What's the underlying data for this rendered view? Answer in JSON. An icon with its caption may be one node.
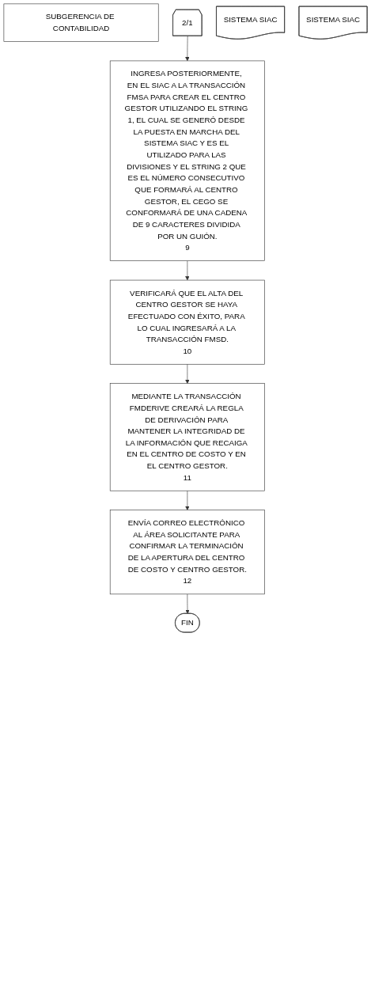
{
  "diagram": {
    "nodes": [
      {
        "text": [
          "SUBGERENCIA DE CONTABILIDAD"
        ]
      },
      {
        "text": [
          "2/1"
        ]
      },
      {
        "text": [
          "SISTEMA SIAC"
        ]
      },
      {
        "text": [
          "INGRESA POSTERIORMENTE, EN EL SIAC A LA TRANSACCIÓN FMSA PARA CREAR EL CENTRO GESTOR UTILIZANDO EL STRING 1, EL CUAL SE GENERÓ DESDE LA PUESTA EN MARCHA DEL SISTEMA SIAC Y ES EL UTILIZADO PARA LAS DIVISIONES Y EL STRING 2 QUE ES EL NÚMERO CONSECUTIVO QUE FORMARÁ AL CENTRO GESTOR, EL CEGO SE CONFORMARÁ DE UNA CADENA DE 9 CARACTERES DIVIDIDA POR UN GUIÓN.",
          "9"
        ]
      },
      {
        "text": [
          "SISTEMA SIAC"
        ]
      },
      {
        "text": [
          "VERIFICARÁ QUE EL ALTA DEL CENTRO GESTOR SE HAYA EFECTUADO CON ÉXITO, PARA LO CUAL INGRESARÁ A LA TRANSACCIÓN FMSD.",
          "10"
        ]
      },
      {
        "text": [
          "MEDIANTE LA TRANSACCIÓN FMDERIVE CREARÁ LA REGLA DE DERIVACIÓN PARA MANTENER LA INTEGRIDAD DE LA INFORMACIÓN QUE RECAIGA EN EL CENTRO DE COSTO Y EN EL CENTRO GESTOR.",
          "11"
        ]
      },
      {
        "text": [
          "ENVÍA CORREO ELECTRÓNICO AL ÁREA SOLICITANTE PARA CONFIRMAR LA TERMINACIÓN DE LA APERTURA DEL CENTRO DE COSTO Y CENTRO GESTOR.",
          "12"
        ]
      },
      {
        "text": [
          "FIN"
        ]
      }
    ],
    "edges": [
      {
        "from": 1,
        "to": 3,
        "arrow": "to"
      },
      {
        "from": 3,
        "to": 5,
        "arrow": "to"
      },
      {
        "from": 5,
        "to": 6,
        "arrow": "to"
      },
      {
        "from": 6,
        "to": 7,
        "arrow": "to"
      },
      {
        "from": 7,
        "to": 8,
        "arrow": "to"
      }
    ]
  }
}
